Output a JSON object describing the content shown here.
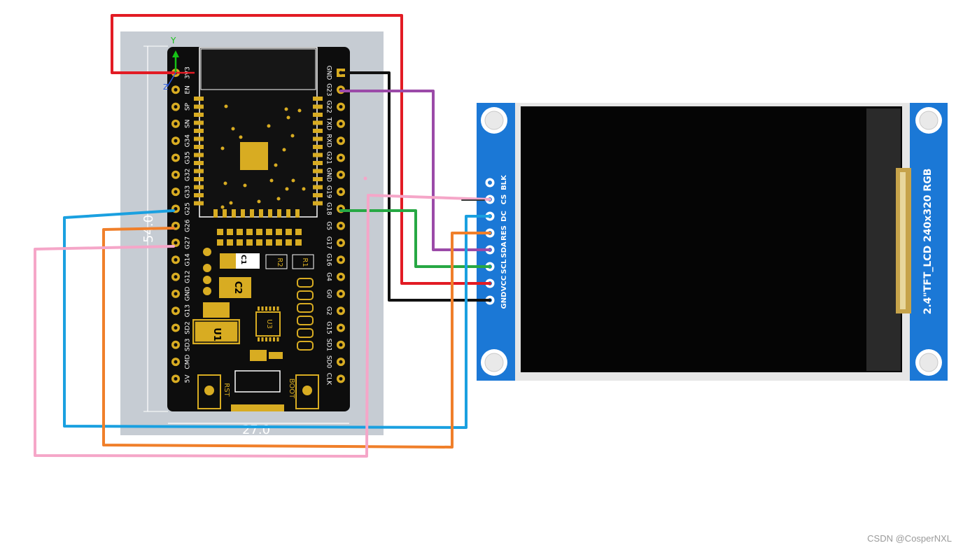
{
  "board": {
    "left_pins": [
      "3V3",
      "EN",
      "SP",
      "SN",
      "G34",
      "G35",
      "G32",
      "G33",
      "G25",
      "G26",
      "G27",
      "G14",
      "G12",
      "GND",
      "G13",
      "SD2",
      "SD3",
      "CMD",
      "5V"
    ],
    "right_pins": [
      "GND",
      "G23",
      "G22",
      "TXD",
      "RXD",
      "G21",
      "GND",
      "G19",
      "G18",
      "G5",
      "G17",
      "G16",
      "G4",
      "G0",
      "G2",
      "G15",
      "SD1",
      "SD0",
      "CLK"
    ],
    "components": {
      "c1": "C1",
      "c2": "C2",
      "r1": "R1",
      "r2": "R2",
      "u1": "U1",
      "u3": "U3"
    },
    "buttons": {
      "rst": "RST",
      "boot": "BOOT"
    },
    "dims": {
      "height": "54.0",
      "width": "27.0"
    },
    "axes": {
      "y": "Y",
      "z": "Z"
    }
  },
  "lcd": {
    "pins": [
      "GND",
      "VCC",
      "SCL",
      "SDA",
      "RES",
      "DC",
      "CS",
      "BLK"
    ],
    "model": "2.4\"TFT_LCD 240x320 RGB"
  },
  "wires": [
    {
      "name": "wire-vcc-3v3",
      "color": "#e21b24",
      "from": "3V3",
      "to": "VCC"
    },
    {
      "name": "wire-gnd",
      "color": "#111111",
      "from": "GND",
      "to": "GND"
    },
    {
      "name": "wire-sda",
      "color": "#9b4aa8",
      "from": "G23",
      "to": "SDA"
    },
    {
      "name": "wire-scl",
      "color": "#27a844",
      "from": "G18",
      "to": "SCL"
    },
    {
      "name": "wire-dc",
      "color": "#1aa0e0",
      "from": "G25",
      "to": "DC"
    },
    {
      "name": "wire-res",
      "color": "#f07f2a",
      "from": "G26",
      "to": "RES"
    },
    {
      "name": "wire-cs",
      "color": "#f5a6c8",
      "from": "G27",
      "to": "CS"
    }
  ],
  "watermark": "CSDN @CosperNXL"
}
